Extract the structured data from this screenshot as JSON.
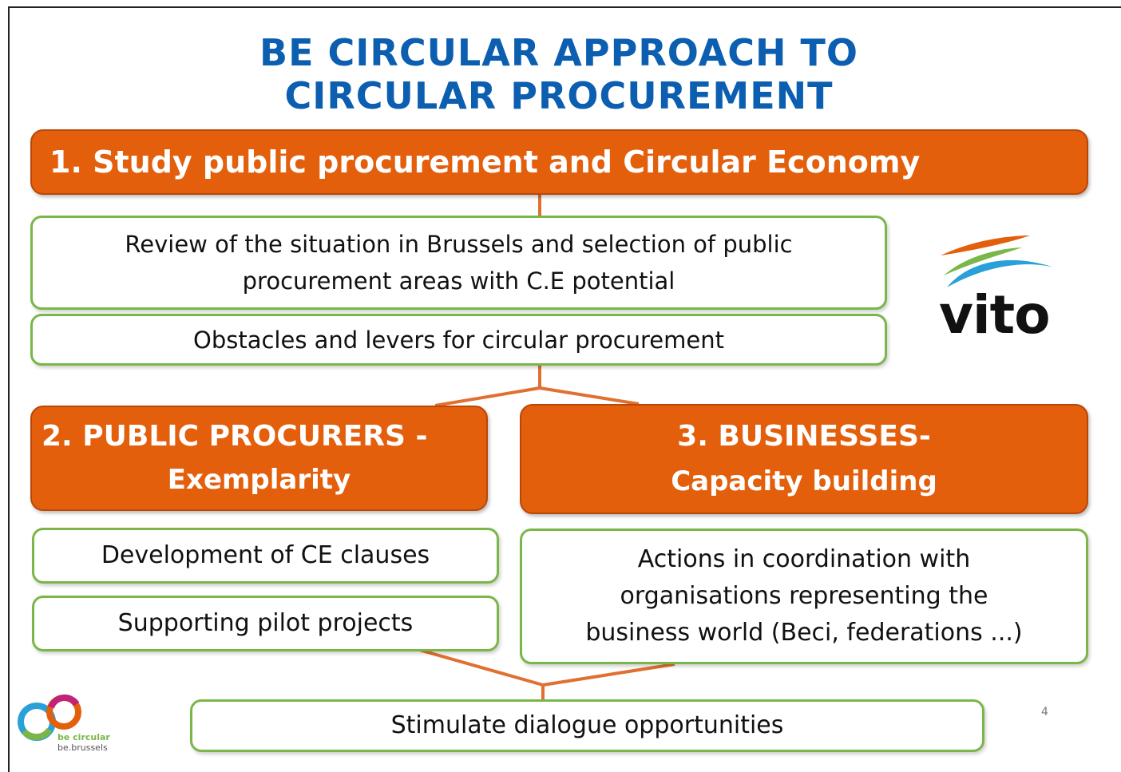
{
  "title": {
    "line1": "BE CIRCULAR APPROACH  TO",
    "line2": "CIRCULAR  PROCUREMENT"
  },
  "step1": {
    "label": "1. Study public procurement and Circular Economy"
  },
  "step1_items": {
    "review_line1": "Review of the situation in Brussels and selection of public",
    "review_line2": "procurement areas  with C.E potential",
    "obstacles": "Obstacles and levers for circular procurement"
  },
  "step2": {
    "line1": "2. PUBLIC PROCURERS  -",
    "line2": "Exemplarity"
  },
  "step3": {
    "line1": "3. BUSINESSES-",
    "line2": "Capacity building"
  },
  "step2_items": {
    "clauses": "Development of CE clauses",
    "pilots": "Supporting pilot projects"
  },
  "step3_items": {
    "line1": "Actions in coordination with",
    "line2": "organisations representing the",
    "line3": "business world  (Beci,  federations ...)"
  },
  "bottom": {
    "dialogue": "Stimulate dialogue opportunities"
  },
  "logos": {
    "vito": "vito",
    "be_circular_line1": "be circular",
    "be_circular_line2": "be.brussels"
  },
  "page_number": "4",
  "colors": {
    "title_blue": "#0b5eb0",
    "orange": "#e35f0c",
    "green_border": "#7ab648",
    "connector": "#e07030"
  }
}
